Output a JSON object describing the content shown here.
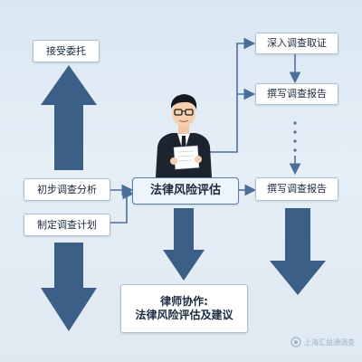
{
  "boxes": {
    "accept_commission": "接受委托",
    "in_depth_investigation": "深入调查取证",
    "write_report_upper": "撰写调查报告",
    "preliminary_analysis": "初步调查分析",
    "legal_risk_assessment": "法律风险评估",
    "write_report_lower": "撰写调查报告",
    "plan_investigation": "制定调查计划",
    "lawyer_collab_title": "律师协作:",
    "lawyer_collab_body": "法律风险评估及建议"
  },
  "watermark": {
    "text": "上海汇益通调查"
  },
  "colors": {
    "big_arrow": "#3b5f86",
    "connector": "#4a7099",
    "background": "#dfe9f2",
    "box_border": "#aebfd0"
  },
  "icons": {
    "person": "lawyer-figure-icon"
  }
}
